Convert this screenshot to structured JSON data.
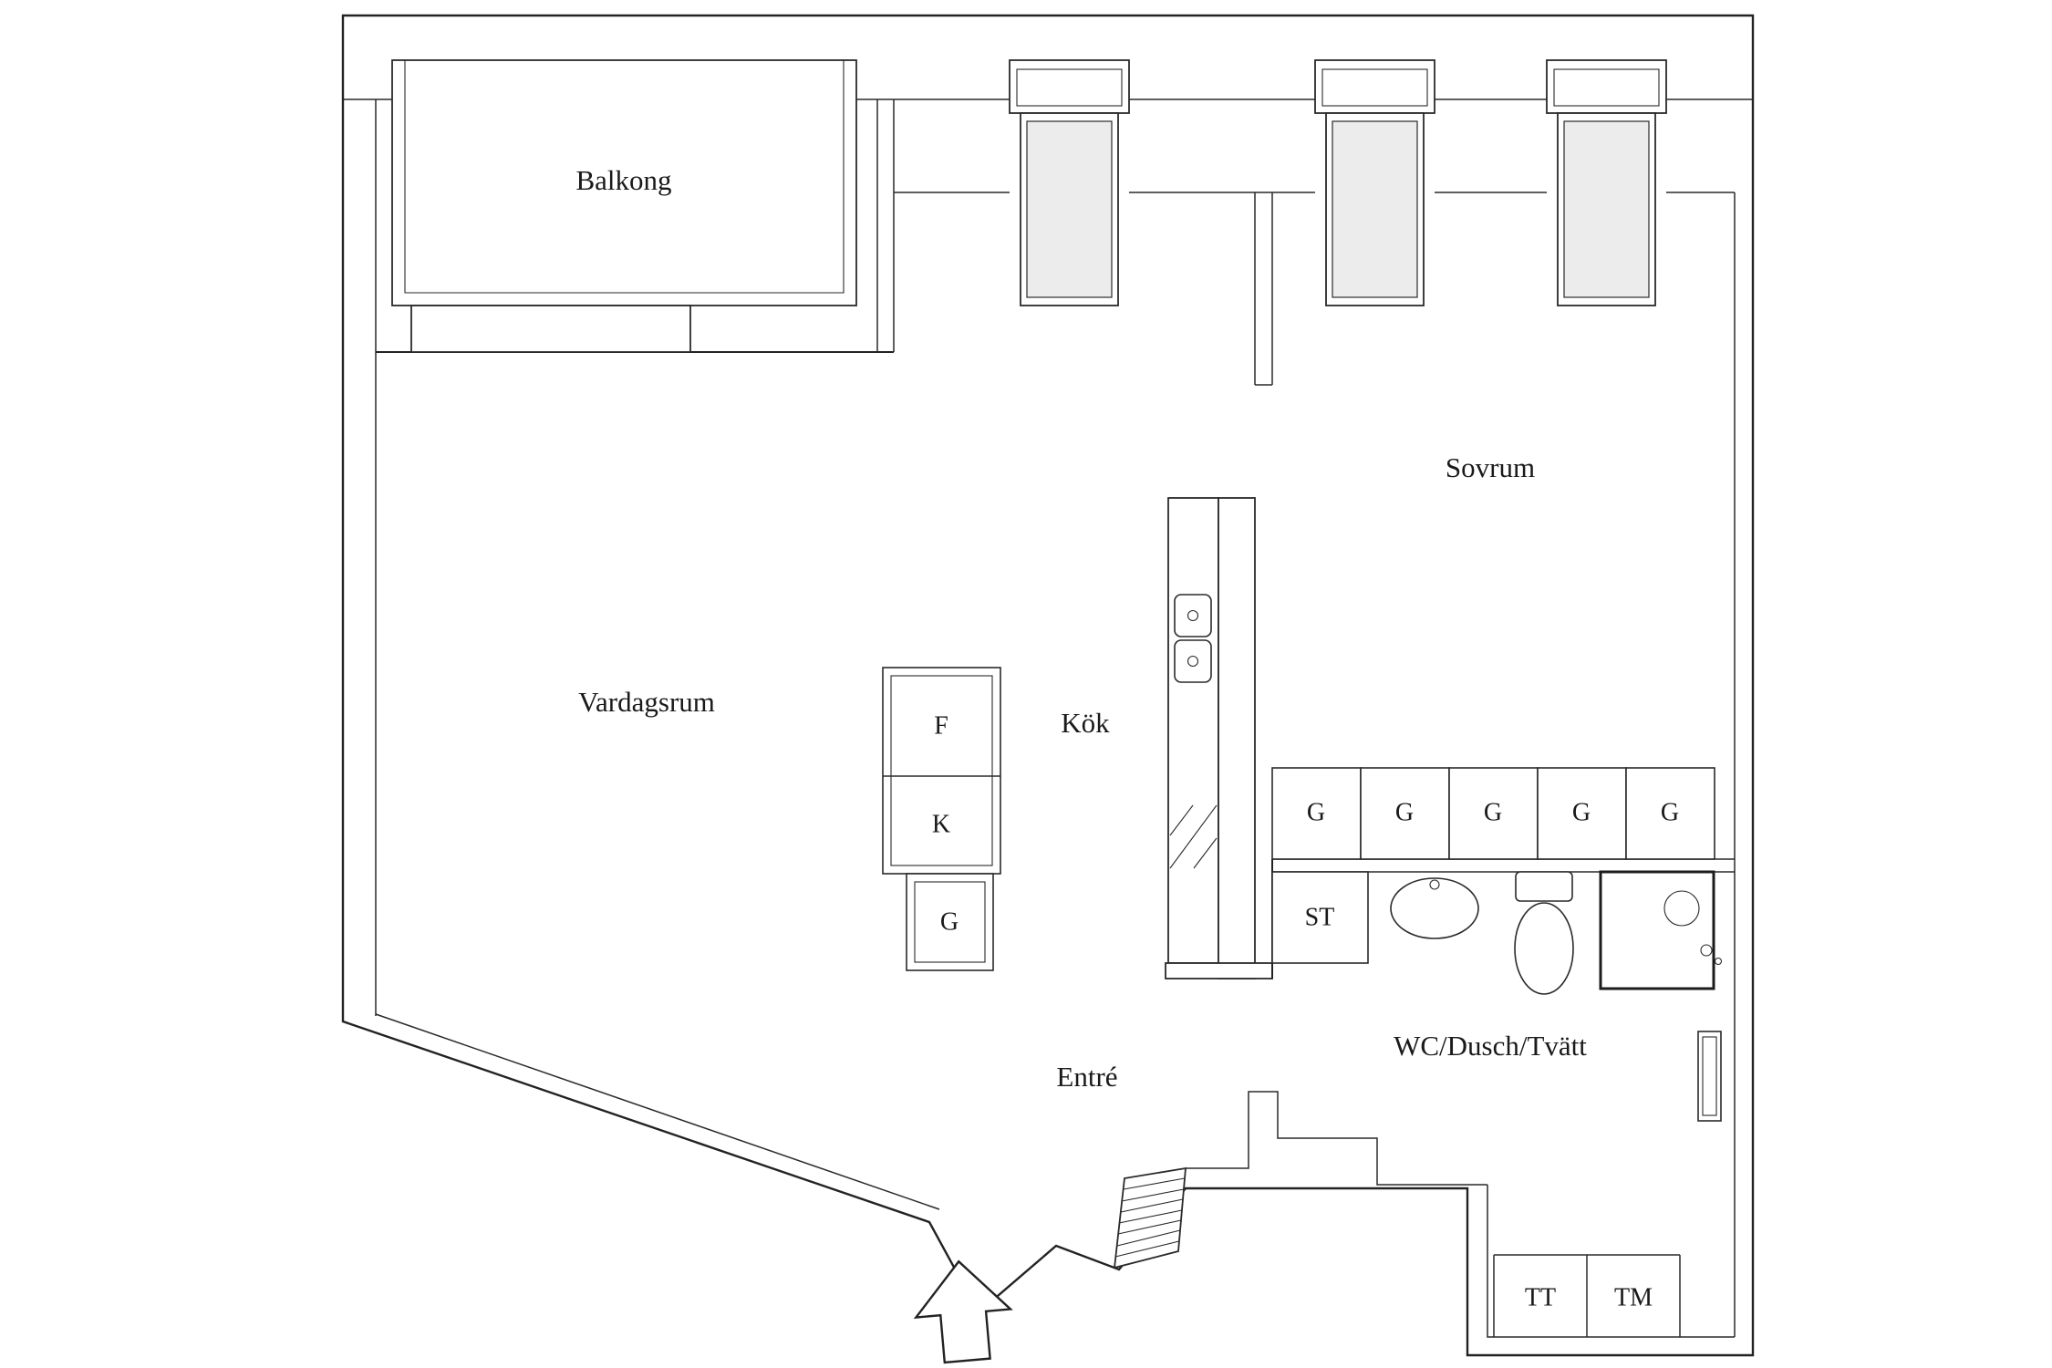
{
  "floorplan": {
    "rooms": {
      "balcony": "Balkong",
      "bedroom": "Sovrum",
      "living_room": "Vardagsrum",
      "kitchen": "Kök",
      "entrance": "Entré",
      "bathroom": "WC/Dusch/Tvätt"
    },
    "labels": {
      "fridge": "F",
      "freezer": "K",
      "island_cabinet": "G",
      "wardrobes": [
        "G",
        "G",
        "G",
        "G",
        "G"
      ],
      "cleaning_cabinet": "ST",
      "tumble_dryer": "TT",
      "washing_machine": "TM"
    },
    "colors": {
      "wall": "#222222",
      "glass": "#ececec",
      "background": "#ffffff"
    }
  }
}
